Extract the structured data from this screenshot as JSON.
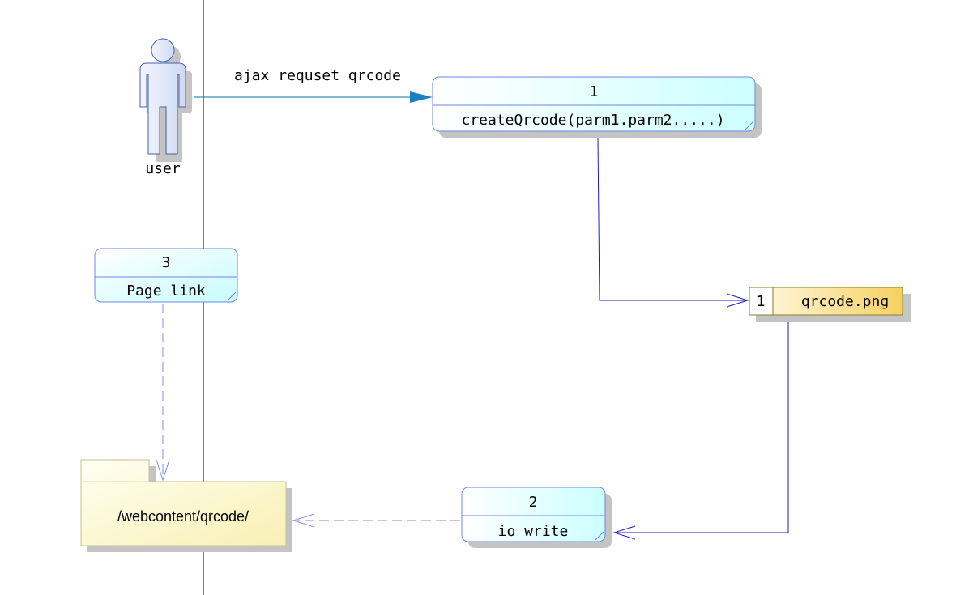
{
  "diagram": {
    "actor": {
      "label": "user"
    },
    "message": {
      "label": "ajax requset qrcode"
    },
    "state1": {
      "number": "1",
      "label": "createQrcode(parm1.parm2.....)"
    },
    "state2": {
      "number": "2",
      "label": "io write"
    },
    "state3": {
      "number": "3",
      "label": "Page link"
    },
    "file": {
      "number": "1",
      "label": "qrcode.png"
    },
    "folder": {
      "label": "/webcontent/qrcode/"
    }
  },
  "colors": {
    "state_fill_light": "#ffffff",
    "state_fill_tint": "#ccffff",
    "state_border": "#6e86e6",
    "file_fill": "#f7d56a",
    "folder_fill": "#fbf6c6",
    "connector_solid": "#1a1acb",
    "connector_message": "#0077aa",
    "connector_dashed": "#8a88e8",
    "shadow": "#c4c4c4"
  }
}
